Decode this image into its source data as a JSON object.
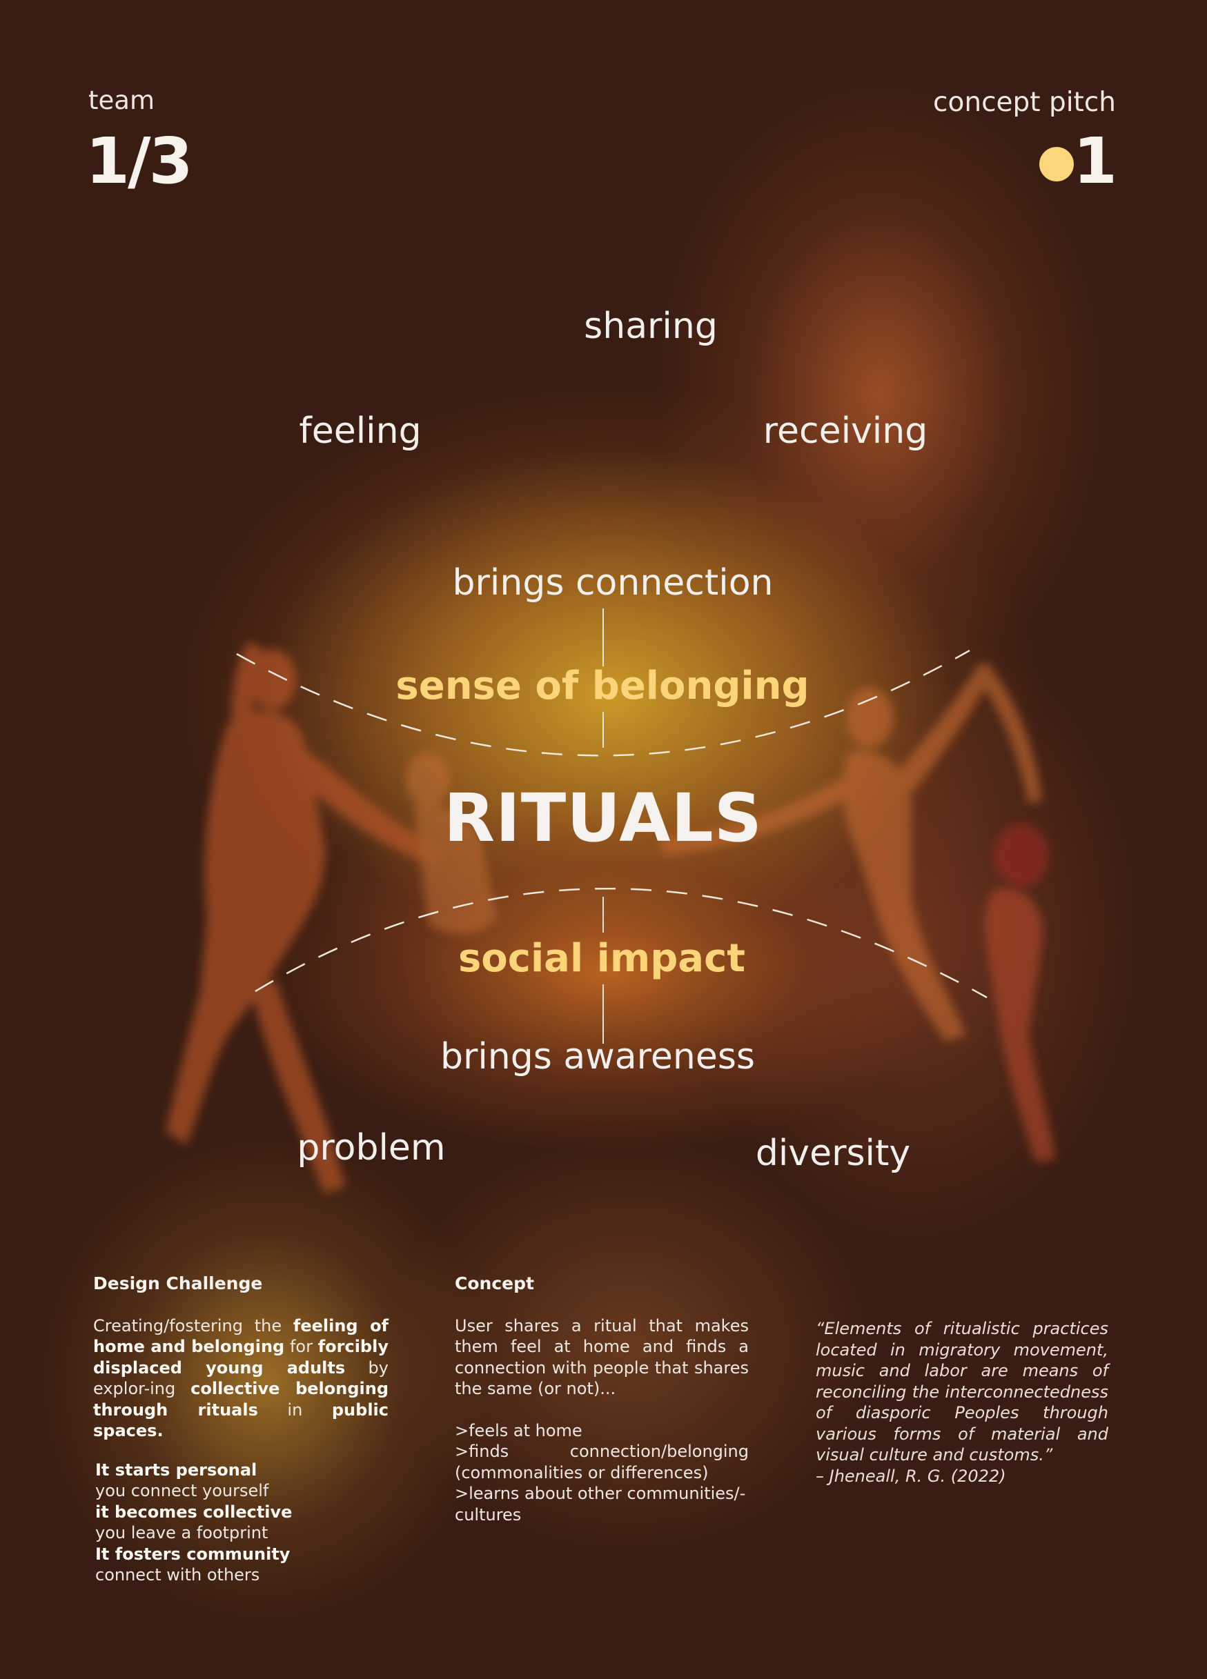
{
  "header": {
    "team_label": "team",
    "team_number": "1/3",
    "pitch_label": "concept pitch",
    "pitch_number": "1"
  },
  "diagram": {
    "top_word": "sharing",
    "upper_left_word": "feeling",
    "upper_right_word": "receiving",
    "upper_phrase": "brings connection",
    "upper_accent": "sense of belonging",
    "center_title": "RITUALS",
    "lower_accent": "social impact",
    "lower_phrase": "brings awareness",
    "lower_left_word": "problem",
    "lower_right_word": "diversity"
  },
  "design_challenge": {
    "heading": "Design Challenge",
    "p1_a": "Creating/fostering the ",
    "p1_b": "feeling of home and belonging",
    "p1_c": " for ",
    "p1_d": "forcibly displaced young adults",
    "p1_e": " by explor-ing ",
    "p1_f": "collective belonging through rituals",
    "p1_g": " in ",
    "p1_h": "public spaces.",
    "s1_title": "It starts personal",
    "s1_text": "you connect yourself",
    "s2_title": "it becomes collective",
    "s2_text": "you leave a footprint",
    "s3_title": "It fosters community",
    "s3_text": "connect with others"
  },
  "concept": {
    "heading": "Concept",
    "paragraph": "User shares a ritual that makes them feel at home and finds a connection with people that shares the same (or not)...",
    "item1": ">feels at home",
    "item2_a": ">finds",
    "item2_b": "connection/belonging",
    "item2_c": "(commonalities or differences)",
    "item3": ">learns about other communities/-cultures"
  },
  "quote": {
    "text": "“Elements of ritualistic practices located in migratory movement, music and labor are means of reconciling the interconnectedness of diasporic Peoples through various forms of material and visual culture and customs.”",
    "citation": "– Jheneall, R. G. (2022)"
  },
  "colors": {
    "background": "#3a1d12",
    "accent_yellow": "#fcd57a",
    "text_light": "#f3efec"
  }
}
